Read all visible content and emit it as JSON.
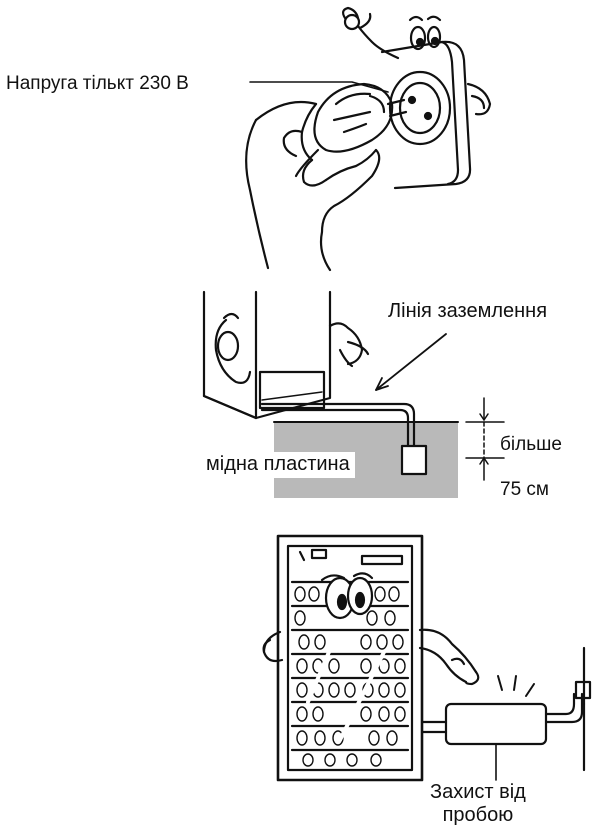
{
  "labels": {
    "voltage": "Напруга тількт 230 В",
    "ground_line": "Лінія заземлення",
    "copper_plate": "мідна пластина",
    "depth_more": "більше",
    "depth_value": "75 см",
    "surge_line1": "Захист від",
    "surge_line2": "пробою"
  },
  "colors": {
    "ink": "#111111",
    "ground_fill": "#b9b9b9",
    "background": "#ffffff"
  }
}
